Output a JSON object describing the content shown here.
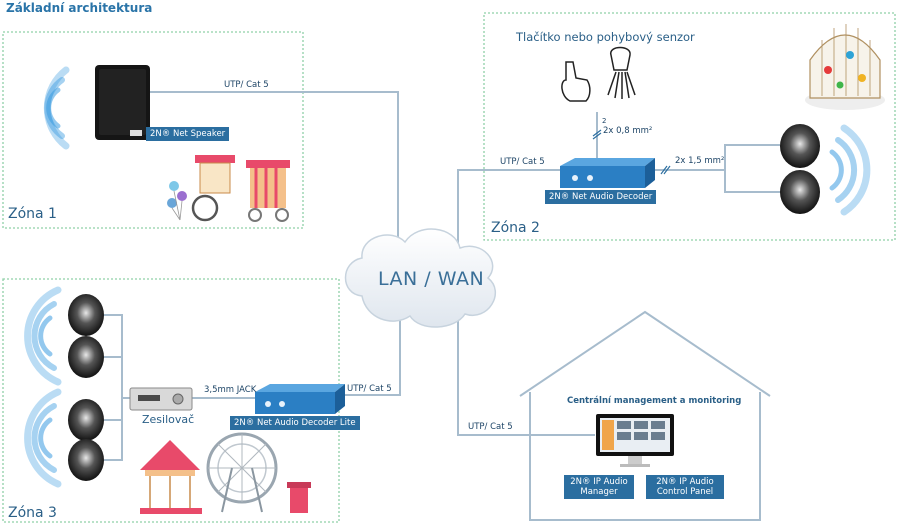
{
  "title": "Základní architektura",
  "cloud_label": "LAN / WAN",
  "zones": {
    "z1": "Zóna 1",
    "z2": "Zóna 2",
    "z3": "Zóna 3"
  },
  "devices": {
    "net_speaker": "2N® Net Speaker",
    "audio_decoder": "2N® Net Audio Decoder",
    "audio_decoder_lite": "2N® Net Audio Decoder Lite",
    "ip_audio_manager": "2N® IP Audio Manager",
    "ip_audio_control_panel": "2N® IP Audio Control Panel",
    "amplifier": "Zesilovač"
  },
  "cables": {
    "utp_top": "UTP/ Cat 5",
    "utp_z2": "UTP/ Cat 5",
    "utp_z3": "UTP/ Cat 5",
    "utp_mgmt": "UTP/ Cat 5",
    "jack": "3,5mm JACK",
    "wire_08": "2x 0,8 mm²",
    "wire_15": "2x 1,5 mm²",
    "wire_count": "2"
  },
  "sensor_label": "Tlačítko nebo pohybový senzor",
  "management_title": "Centrální management a monitoring",
  "colors": {
    "line": "#a7bccd",
    "zone_border": "#8fd0a8",
    "tag_bg": "#2b6ea0",
    "wave": "#3a9be0",
    "decoder": "#2b7fc4"
  }
}
